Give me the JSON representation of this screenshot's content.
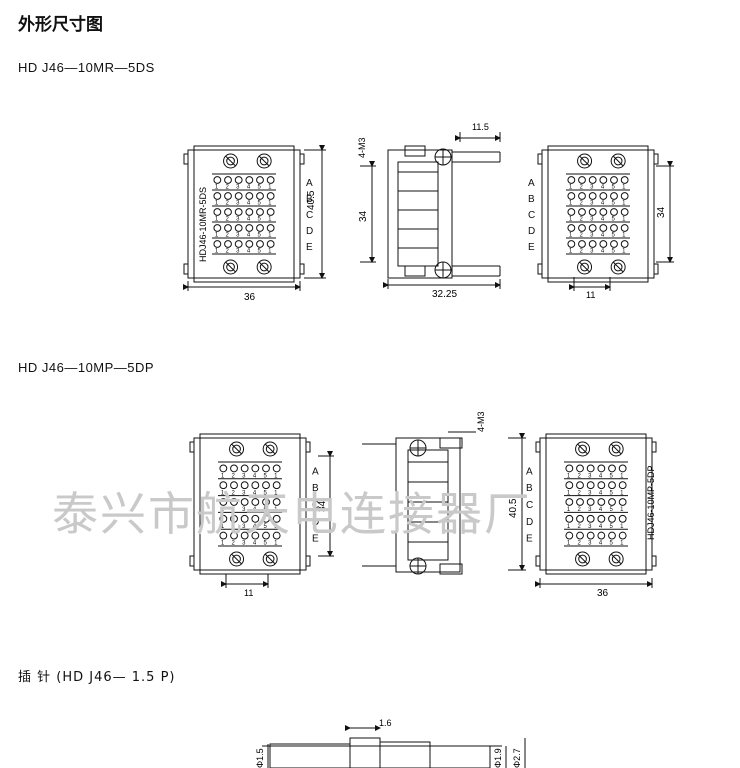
{
  "title": "外形尺寸图",
  "sections": [
    {
      "model": "HD  J46—10MR—5DS",
      "views": {
        "front": {
          "side_label": "HDJ46-10MR-5DS",
          "rows": [
            "A",
            "B",
            "C",
            "D",
            "E"
          ],
          "width_dim": "36",
          "height_dim": "40.5"
        },
        "side": {
          "screw_label": "4-M3",
          "top_dim": "11.5",
          "height_dim": "34",
          "length_dim": "32.25"
        },
        "rear": {
          "rows": [
            "A",
            "B",
            "C",
            "D",
            "E"
          ],
          "height_dim": "34",
          "pitch_dim": "11"
        }
      }
    },
    {
      "model": "HD  J46—10MP—5DP",
      "views": {
        "front": {
          "rows": [
            "A",
            "B",
            "C",
            "D",
            "E"
          ],
          "height_dim": "34",
          "pitch_dim": "11"
        },
        "side": {
          "screw_label": "4-M3"
        },
        "rear": {
          "side_label": "HDJ46-10MP-5DP",
          "rows": [
            "A",
            "B",
            "C",
            "D",
            "E"
          ],
          "height_dim": "40.5",
          "width_dim": "36"
        }
      }
    }
  ],
  "pin": {
    "title": "插 针 (HD  J46— 1.5 P)",
    "dims": {
      "top": "1.6",
      "left_dia": "Φ1.5",
      "right_dia1": "Φ1.9",
      "right_dia2": "Φ2.7"
    }
  },
  "watermark": "泰兴市航天电连接器厂"
}
